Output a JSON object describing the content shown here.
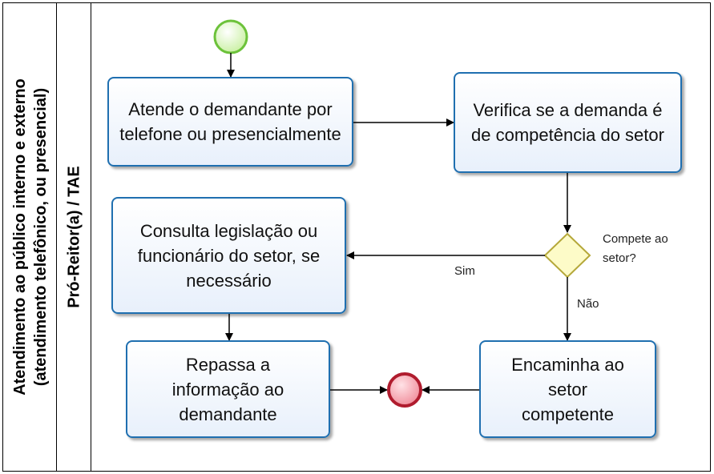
{
  "pool": {
    "title_line1": "Atendimento ao público interno e externo",
    "title_line2": "(atendimento telefônico, ou presencial)"
  },
  "lane": {
    "title": "Pró-Reitor(a) / TAE"
  },
  "tasks": {
    "atende": "Atende o demandante por telefone ou presencialmente",
    "verifica": "Verifica se a demanda é de competência do setor",
    "consulta": "Consulta legislação ou funcionário do setor, se necessário",
    "repassa": "Repassa a informação ao demandante",
    "encaminha": "Encaminha ao setor competente"
  },
  "gateway": {
    "label": "Compete ao setor?"
  },
  "flows": {
    "sim": "Sim",
    "nao": "Não"
  },
  "colors": {
    "task_border": "#1f6fb0",
    "start_event": "#9bdb5a",
    "end_event": "#d9334a",
    "gateway": "#fdfbc8"
  }
}
